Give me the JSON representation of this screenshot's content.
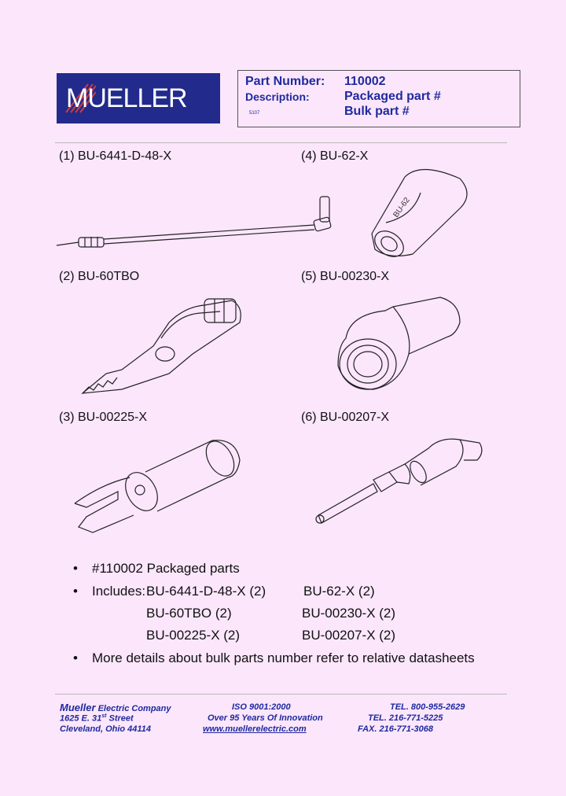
{
  "logo": {
    "text": "MUELLER"
  },
  "header": {
    "part_number_label": "Part Number:",
    "part_number_value": "110002",
    "description_label": "Description:",
    "description_value1": "Packaged part #",
    "description_value2": "Bulk part #",
    "small_mark": "5107"
  },
  "parts": [
    {
      "caption": "(1) BU-6441-D-48-X"
    },
    {
      "caption": "(2) BU-60TBO"
    },
    {
      "caption": "(3) BU-00225-X"
    },
    {
      "caption": "(4) BU-62-X"
    },
    {
      "caption": "(5) BU-00230-X"
    },
    {
      "caption": "(6) BU-00207-X"
    }
  ],
  "bullets": {
    "b1": "#110002 Packaged parts",
    "b2_prefix": "Includes:",
    "inc": [
      "BU-6441-D-48-X  (2)",
      "BU-62-X  (2)",
      "BU-60TBO  (2)",
      "BU-00230-X  (2)",
      "BU-00225-X  (2)",
      "BU-00207-X  (2)"
    ],
    "b3": "More details about bulk parts number refer to relative datasheets"
  },
  "footer": {
    "company_bold": "Mueller",
    "company_rest": " Electric Company",
    "address1_pre": "1625 E. 31",
    "address1_sup": "st",
    "address1_post": " Street",
    "address2": "Cleveland, Ohio  44114",
    "iso": "ISO 9001:2000",
    "years": "Over 95 Years Of Innovation",
    "web": "www.muellerelectric.com",
    "tel1": "TEL.  800-955-2629",
    "tel2": "TEL. 216-771-5225",
    "fax": "FAX. 216-771-3068"
  }
}
